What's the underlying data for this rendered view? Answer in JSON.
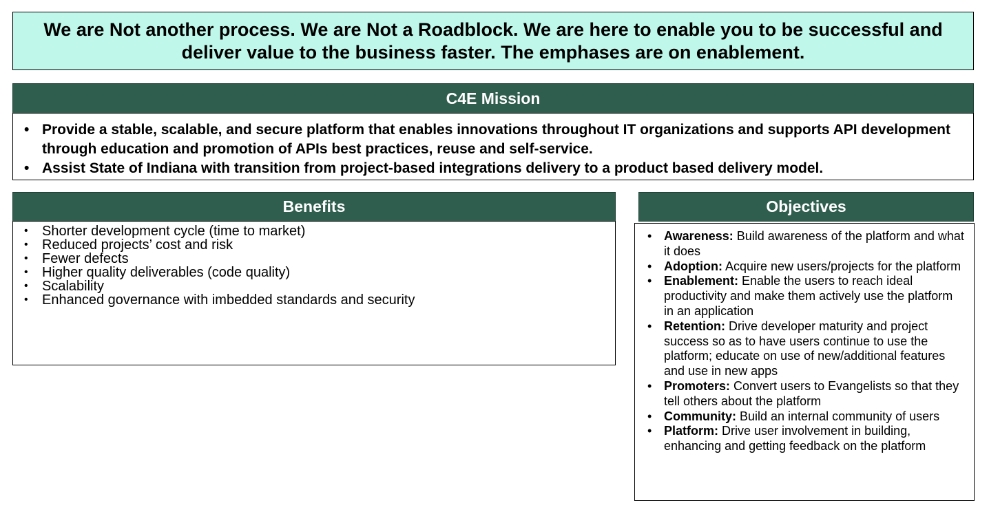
{
  "banner": {
    "text": "We are Not another process. We are Not a Roadblock. We are here to enable you to be successful and deliver value to the business faster. The emphases are on enablement."
  },
  "mission": {
    "title": "C4E Mission",
    "items": [
      "Provide a stable, scalable, and secure platform that enables innovations throughout IT organizations and supports API development through education and promotion of APIs best practices, reuse and self-service.",
      "Assist State of Indiana with transition from project-based integrations delivery to a product based delivery model."
    ]
  },
  "benefits": {
    "title": "Benefits",
    "items": [
      "Shorter development cycle (time to market)",
      "Reduced projects’ cost and risk",
      "Fewer defects",
      "Higher quality deliverables (code quality)",
      "Scalability",
      "Enhanced governance with imbedded standards and security"
    ]
  },
  "objectives": {
    "title": "Objectives",
    "items": [
      {
        "label": "Awareness:",
        "text": " Build awareness of the platform and what it does"
      },
      {
        "label": "Adoption:",
        "text": " Acquire new users/projects for the platform"
      },
      {
        "label": "Enablement:",
        "text": " Enable the users to reach ideal productivity and make them actively use the platform in an application"
      },
      {
        "label": "Retention:",
        "text": " Drive developer maturity and project success so as to have users continue to use the platform; educate on use of new/additional features and use in new apps"
      },
      {
        "label": "Promoters:",
        "text": " Convert users to Evangelists so that they tell others about the platform"
      },
      {
        "label": "Community:",
        "text": " Build an internal community of users"
      },
      {
        "label": "Platform:",
        "text": " Drive user involvement in building, enhancing and getting feedback on the platform"
      }
    ]
  },
  "colors": {
    "banner_bg": "#bff8ea",
    "header_bg": "#2f5e4e",
    "header_text": "#ffffff"
  }
}
